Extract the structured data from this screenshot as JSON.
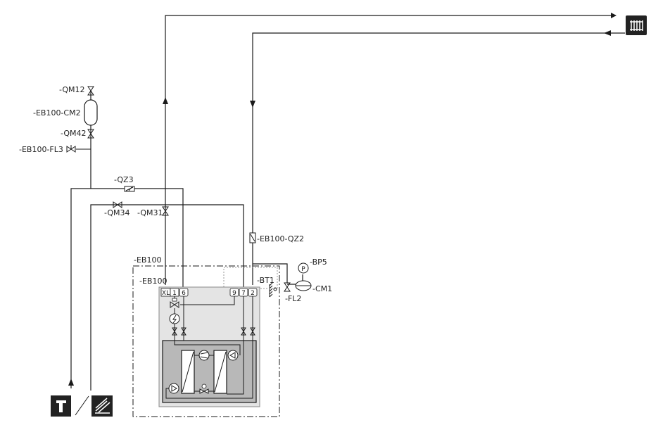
{
  "labels": {
    "qm12": "-QM12",
    "cm2": "-EB100-CM2",
    "qm42": "-QM42",
    "fl3": "-EB100-FL3",
    "qz3": "-QZ3",
    "qm34": "-QM34",
    "qm31": "-QM31",
    "qz2": "-EB100-QZ2",
    "bp5": "-BP5",
    "cm1": "-CM1",
    "fl2": "-FL2",
    "bt1": "-BT1",
    "eb100_outer": "-EB100",
    "eb100_inner": "-EB100"
  },
  "connections": {
    "xl": "XL",
    "c1": "1",
    "c6": "6",
    "c9": "9",
    "c7": "7",
    "c2": "2"
  },
  "colors": {
    "line": "#1a1a1a",
    "unit_fill": "#e4e4e4",
    "module_fill": "#b8b8b8",
    "dotted_box": "#999999",
    "icon_fill": "#222222"
  },
  "icons": [
    "radiator-icon",
    "hot-water-tap-icon",
    "floor-heating-icon",
    "pressure-gauge-icon",
    "expansion-vessel-icon",
    "outdoor-sensor-icon",
    "compressor-icon",
    "pump-icon",
    "electric-heater-icon"
  ]
}
